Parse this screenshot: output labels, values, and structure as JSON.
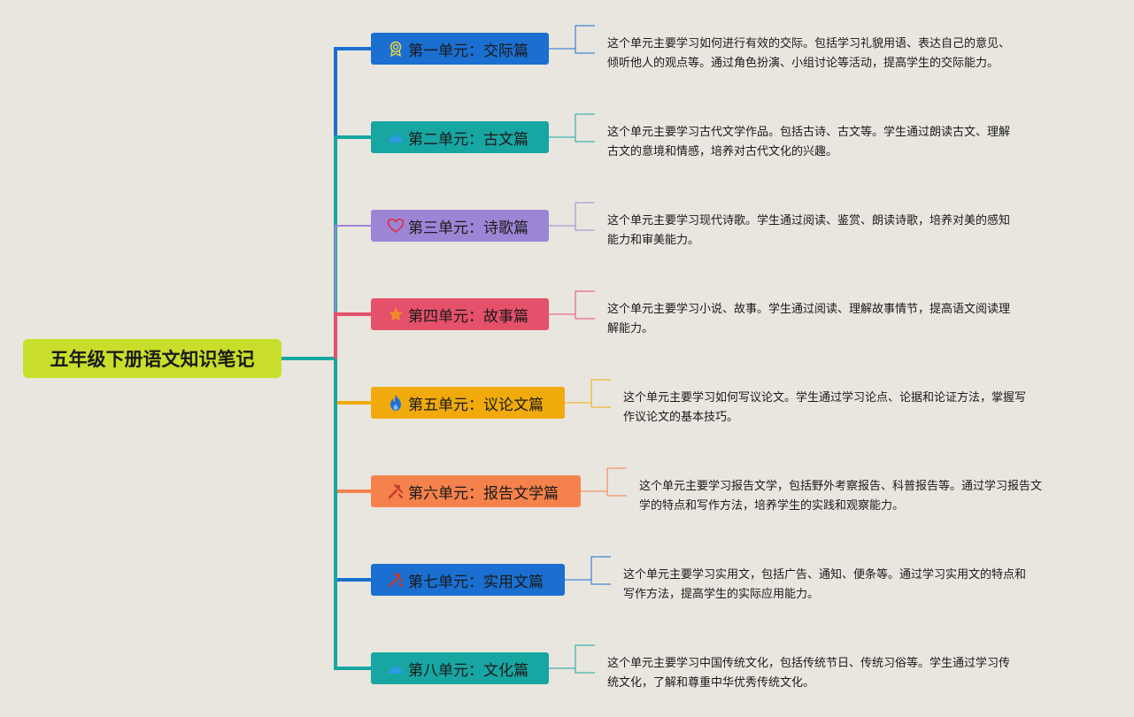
{
  "root": {
    "title": "五年级下册语文知识笔记"
  },
  "units": [
    {
      "label": "第一单元：交际篇",
      "icon": "award-icon",
      "color": "#1a6fd0",
      "desc": [
        "这个单元主要学习如何进行有效的交际。包括学习礼貌用语、表达自己的意见、",
        "倾听他人的观点等。通过角色扮演、小组讨论等活动，提高学生的交际能力。"
      ]
    },
    {
      "label": "第二单元：古文篇",
      "icon": "mountain-icon",
      "color": "#17a6a2",
      "desc": [
        "这个单元主要学习古代文学作品。包括古诗、古文等。学生通过朗读古文、理解",
        "古文的意境和情感，培养对古代文化的兴趣。"
      ]
    },
    {
      "label": "第三单元：诗歌篇",
      "icon": "heart-icon",
      "color": "#9d85d6",
      "desc": [
        "这个单元主要学习现代诗歌。学生通过阅读、鉴赏、朗读诗歌，培养对美的感知",
        "能力和审美能力。"
      ]
    },
    {
      "label": "第四单元：故事篇",
      "icon": "star-icon",
      "color": "#e5506a",
      "desc": [
        "这个单元主要学习小说、故事。学生通过阅读、理解故事情节，提高语文阅读理",
        "解能力。"
      ]
    },
    {
      "label": "第五单元：议论文篇",
      "icon": "flame-icon",
      "color": "#f0aa0c",
      "desc": [
        "这个单元主要学习如何写议论文。学生通过学习论点、论据和论证方法，掌握写",
        "作议论文的基本技巧。"
      ]
    },
    {
      "label": "第六单元：报告文学篇",
      "icon": "tools-icon",
      "color": "#f5824c",
      "desc": [
        "这个单元主要学习报告文学，包括野外考察报告、科普报告等。通过学习报告文",
        "学的特点和写作方法，培养学生的实践和观察能力。"
      ]
    },
    {
      "label": "第七单元：实用文篇",
      "icon": "tools-icon",
      "color": "#1a6fd0",
      "desc": [
        "这个单元主要学习实用文，包括广告、通知、便条等。通过学习实用文的特点和",
        "写作方法，提高学生的实际应用能力。"
      ]
    },
    {
      "label": "第八单元：文化篇",
      "icon": "mountain-icon",
      "color": "#17a6a2",
      "desc": [
        "这个单元主要学习中国传统文化，包括传统节日、传统习俗等。学生通过学习传",
        "统文化，了解和尊重中华优秀传统文化。"
      ]
    }
  ]
}
